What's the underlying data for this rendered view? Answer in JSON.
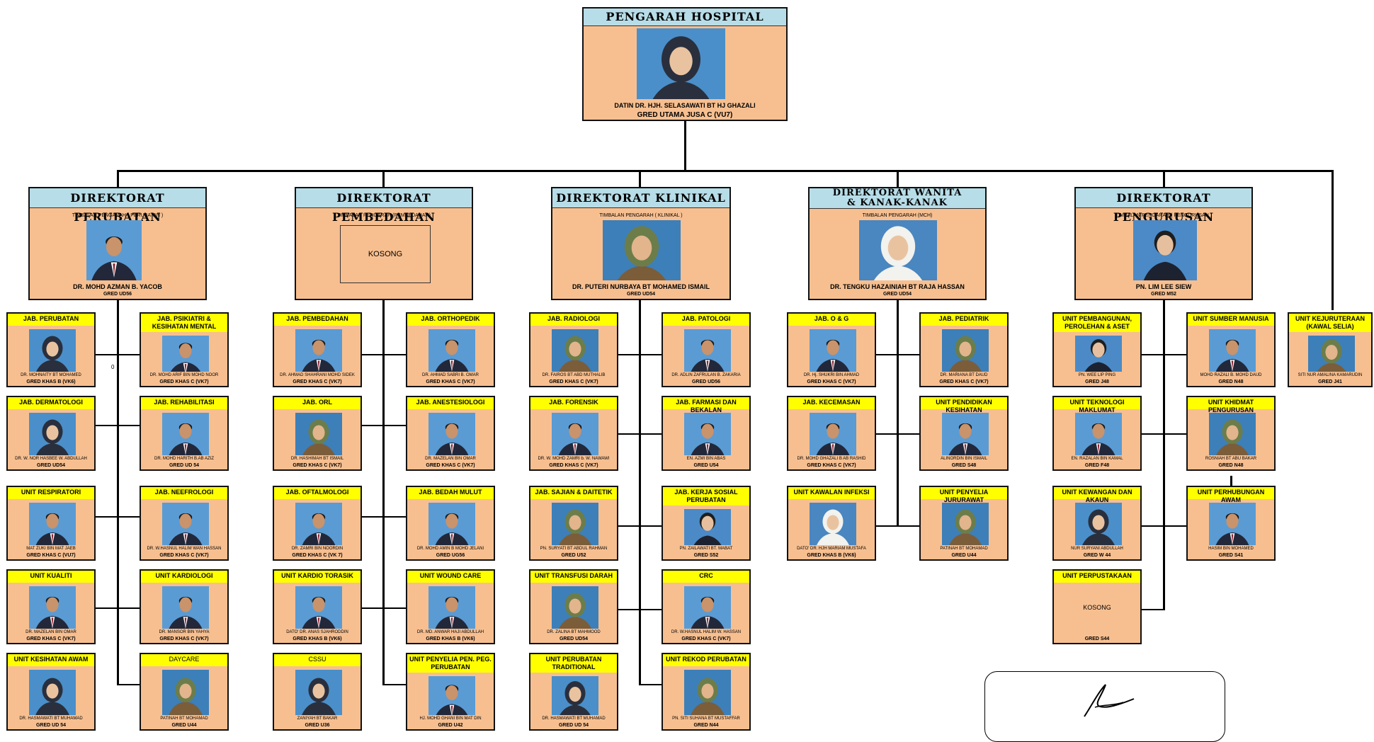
{
  "director": {
    "title": "PENGARAH HOSPITAL",
    "name": "DATIN DR. HJH. SELASAWATI BT HJ GHAZALI",
    "grade": "GRED UTAMA JUSA C (VU7)"
  },
  "directorates": [
    {
      "title_lines": [
        "DIREKTORAT PERUBATAN"
      ],
      "role": "TIMBALAN PENGARAH ( PERUBATAN )",
      "name": "DR. MOHD AZMAN B. YACOB",
      "grade": "GRED UD56",
      "vacant": ""
    },
    {
      "title_lines": [
        "DIREKTORAT PEMBEDAHAN"
      ],
      "role": "TIMBALAN PENGARAH (PEMBEDAHAN)",
      "name": "",
      "grade": "",
      "vacant": "KOSONG"
    },
    {
      "title_lines": [
        "DIREKTORAT KLINIKAL"
      ],
      "role": "TIMBALAN PENGARAH ( KLINIKAL )",
      "name": "DR. PUTERI NURBAYA BT  MOHAMED ISMAIL",
      "grade": "GRED UD54",
      "vacant": ""
    },
    {
      "title_lines": [
        "DIREKTORAT WANITA",
        "& KANAK-KANAK"
      ],
      "role": "TIMBALAN PENGARAH (MCH)",
      "name": "DR. TENGKU HAZAINIAH BT RAJA HASSAN",
      "grade": "GRED UD54",
      "vacant": ""
    },
    {
      "title_lines": [
        "DIREKTORAT PENGURUSAN"
      ],
      "role": "TIMBALAN PENGARAH ( PENGURUSAN )",
      "name": "PN. LIM LEE SIEW",
      "grade": "GRED M52",
      "vacant": ""
    }
  ],
  "units": [
    {
      "title": "JAB. PERUBATAN",
      "name": "DR. MOHNAITY BT MOHAMED",
      "grade": "GRED KHAS B (VK6)"
    },
    {
      "title": "JAB. PSIKIATRI & KESIHATAN MENTAL",
      "name": "DR. MOHD ARIF BIN MOHD NOOR",
      "grade": "GRED KHAS C (VK7)"
    },
    {
      "title": "JAB. DERMATOLOGI",
      "name": "DR. W. NOR HASBEE  W. ABDULLAH",
      "grade": "GRED UD54"
    },
    {
      "title": "JAB. REHABILITASI",
      "name": "DR. MOHD HARITH B.AB AZIZ",
      "grade": "GRED UD 54"
    },
    {
      "title": "UNIT RESPIRATORI",
      "name": "MAT ZUKI BIN MAT JAEB",
      "grade": "GRED KHAS C (VU7)"
    },
    {
      "title": "JAB. NEEFROLOGI",
      "name": "DR. W.HASNUL HALIM WAN HASSAN",
      "grade": "GRED KHAS C (VK7)"
    },
    {
      "title": "UNIT KUALITI",
      "name": "DR. MAZELAN BIN OMAR",
      "grade": "GRED KHAS C (VK7)"
    },
    {
      "title": "UNIT KARDIOLOGI",
      "name": "DR. MANSOR BIN YAHYA",
      "grade": "GRED KHAS C (VK7)"
    },
    {
      "title": "UNIT KESIHATAN AWAM",
      "name": "DR. HASMAWATI BT MUHAMAD",
      "grade": "GRED UD 54"
    },
    {
      "title": "DAYCARE",
      "name": "PATINAH BT MOHAMAD",
      "grade": "GRED U44"
    },
    {
      "title": "JAB. PEMBEDAHAN",
      "name": "DR. AHMAD SHAHRANI MOHD SIDEK",
      "grade": "GRED KHAS C (VK7)"
    },
    {
      "title": "JAB. ORTHOPEDIK",
      "name": "DR. AHMAD SABRI B. OMAR",
      "grade": "GRED KHAS C (VK7)"
    },
    {
      "title": "JAB. ORL",
      "name": "DR. HASHIMAH BT ISMAIL",
      "grade": "GRED KHAS C (VK7)"
    },
    {
      "title": "JAB. ANESTESIOLOGI",
      "name": "DR. MAZELAN BIN OMAR",
      "grade": "GRED KHAS C (VK7)"
    },
    {
      "title": "JAB. OFTALMOLOGI",
      "name": "DR. ZAMRI BIN NOORDIN",
      "grade": "GRED KHAS C (VK 7)"
    },
    {
      "title": "JAB. BEDAH MULUT",
      "name": "DR. MOHD AMIN B MOHD JELANI",
      "grade": "GRED UG56"
    },
    {
      "title": "UNIT KARDIO TORASIK",
      "name": "DATO' DR. ANAS SJAHRODDIN",
      "grade": "GRED KHAS B (VK6)"
    },
    {
      "title": "UNIT WOUND CARE",
      "name": "DR. MD. ANWAR HAJI  ABDULLAH",
      "grade": "GRED KHAS B (VK6)"
    },
    {
      "title": "CSSU",
      "name": "ZANIYAH BT BAKAR",
      "grade": "GRED U36"
    },
    {
      "title": "UNIT PENYELIA PEN. PEG. PERUBATAN",
      "name": "HJ. MOHD GHANI BIN MAT DIN",
      "grade": "GRED U42"
    },
    {
      "title": "JAB. RADIOLOGI",
      "name": "DR. FAIROS BT ABD MUTHALIB",
      "grade": "GRED KHAS C (VK7)"
    },
    {
      "title": "JAB. PATOLOGI",
      "name": "DR. ADLIN ZAFRULAN B. ZAKARIA",
      "grade": "GRED UD56"
    },
    {
      "title": "JAB. FORENSIK",
      "name": "DR. W. MOHD ZAMRI b.  W. NAWAWI",
      "grade": "GRED KHAS C (VK7)"
    },
    {
      "title": "JAB. FARMASI DAN BEKALAN",
      "name": "EN. AZMI BIN ABAS",
      "grade": "GRED U54"
    },
    {
      "title": "JAB. SAJIAN & DAITETIK",
      "name": "PN. SURYATI BT ABDUL  RAHMAN",
      "grade": "GRED U52"
    },
    {
      "title": "JAB. KERJA SOSIAL PERUBATAN",
      "name": "PN. ZAILAWATI BT. MABAT",
      "grade": "GRED S52"
    },
    {
      "title": "UNIT TRANSFUSI DARAH",
      "name": "DR. ZALINA BT MAHMOOD",
      "grade": "GRED UD54"
    },
    {
      "title": "CRC",
      "name": "DR. W.HASNUL HALIM W. HASSAN",
      "grade": "GRED KHAS C (VK7)"
    },
    {
      "title": "UNIT PERUBATAN TRADITIONAL",
      "name": "DR. HASMAWATI BT MUHAMAD",
      "grade": "GRED UD 54"
    },
    {
      "title": "UNIT REKOD PERUBATAN",
      "name": "PN. SITI SUHANA BT MUSTAFFAR",
      "grade": "GRED N44"
    },
    {
      "title": "JAB. O & G",
      "name": "DR. Hj. SHUKRI BIN AHMAD",
      "grade": "GRED KHAS C (VK7)"
    },
    {
      "title": "JAB. PEDIATRIK",
      "name": "DR. MARIANA BT DAUD",
      "grade": "GRED KHAS C (VK7)"
    },
    {
      "title": "JAB. KECEMASAN",
      "name": "DR. MOHD GHAZALI B AB RASHID",
      "grade": "GRED KHAS C (VK7)"
    },
    {
      "title": "UNIT PENDIDIKAN KESIHATAN",
      "name": "ALINORDIN BIN ISMAIL",
      "grade": "GRED S48"
    },
    {
      "title": "UNIT KAWALAN INFEKSI",
      "name": "DATO' DR. HJH MARIAM MUSTAFA",
      "grade": "GRED KHAS B (VK6)"
    },
    {
      "title": "UNIT PENYELIA JURURAWAT",
      "name": "PATINAH BT MOHAMAD",
      "grade": "GRED U44"
    },
    {
      "title": "UNIT PEMBANGUNAN, PEROLEHAN & ASET",
      "name": "PN. WEE LIP PING",
      "grade": "GRED J48"
    },
    {
      "title": "UNIT SUMBER MANUSIA",
      "name": "MOHD RAZALI B. MOHD DAUD",
      "grade": "GRED N48"
    },
    {
      "title": "UNIT TEKNOLOGI  MAKLUMAT",
      "name": "EN. RAZALAN BIN KAMAL",
      "grade": "GRED F48"
    },
    {
      "title": "UNIT KHIDMAT PENGURUSAN",
      "name": "ROSNIAH BT ABU BAKAR",
      "grade": "GRED N48"
    },
    {
      "title": "UNIT KEWANGAN DAN AKAUN",
      "name": "NUR SURYANI ABDULLAH",
      "grade": "GRED W 44"
    },
    {
      "title": "UNIT PERHUBUNGAN AWAM",
      "name": "HASIM BIN MOHAMED",
      "grade": "GRED S41"
    },
    {
      "title": "UNIT PERPUSTAKAAN",
      "name": "",
      "grade": "GRED S44",
      "vacant": "KOSONG"
    },
    {
      "title": "UNIT KEJURUTERAAN (KAWAL SELIA)",
      "name": "SITI NUR AMALINA KAMARUDIN",
      "grade": "GRED J41"
    }
  ],
  "stray_mark": "0",
  "colors": {
    "header_blue": "#b7dde8",
    "box_fill": "#f7bf90",
    "unit_header": "#ffff00"
  }
}
